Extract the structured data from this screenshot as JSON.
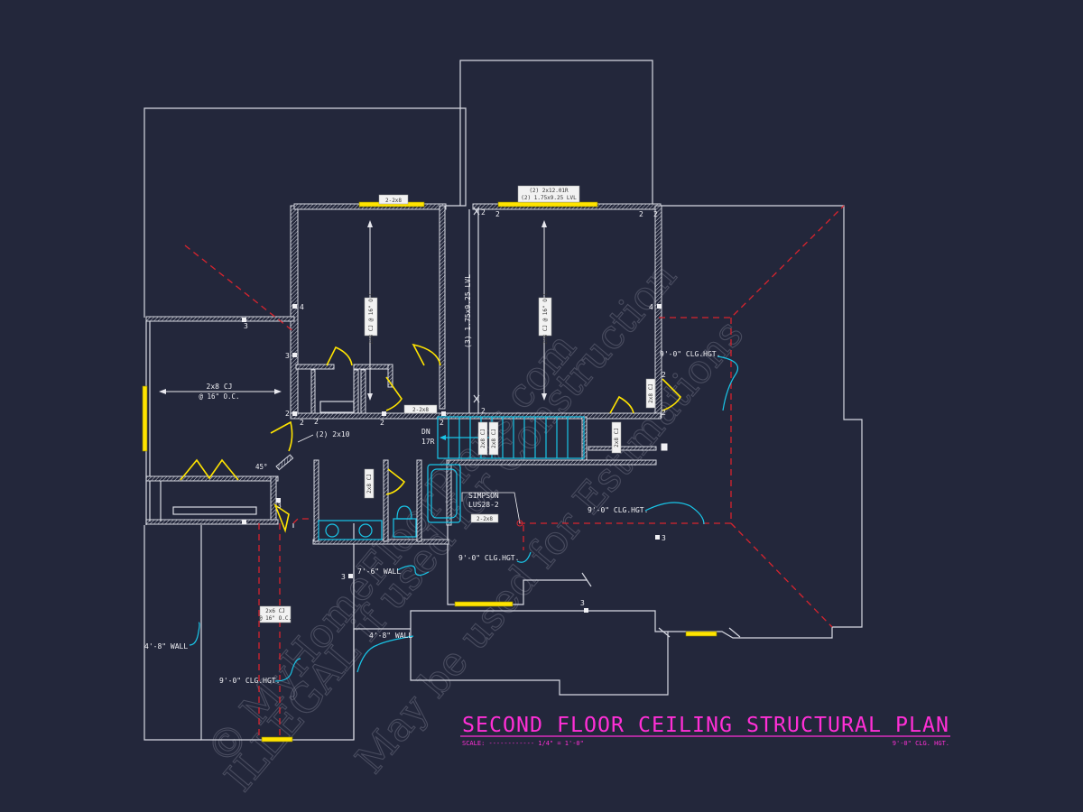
{
  "title": {
    "main": "SECOND FLOOR CEILING STRUCTURAL PLAN",
    "scale": "SCALE: ------------ 1/4\" = 1'-0\"",
    "clg_note": "9'-0\" CLG. HGT."
  },
  "labels": {
    "joist_spec": "2x8 CJ",
    "joist_spacing": "@ 16\" O.C.",
    "header_2x10": "(2) 2x10",
    "angle": "45°",
    "stair_dn": "DN",
    "stair_risers": "17R",
    "simpson": "SIMPSON",
    "simpson_part": "LUS28-2",
    "lvl_beam": "(3) 1.75x9.25 LVL",
    "wall_7_6": "7'-6\" WALL",
    "wall_4_8_left": "4'-8\" WALL",
    "wall_4_8_right": "4'-8\" WALL",
    "clg_right_upper": "9'-0\" CLG.HGT.",
    "clg_right_mid": "9'-0\" CLG.HGT.",
    "clg_center": "9'-0\" CLG.HGT.",
    "clg_left": "9'-0\" CLG.HGT.",
    "hdr_top_left": "2-2x8",
    "hdr_top_right_1": "(2) 2x12.01R",
    "hdr_top_right_2": "(2) 1.75x9.25 LVL",
    "tag_bed1": "2x8 CJ @ 16\" O.C.",
    "tag_bed2": "2x8 CJ @ 16\" O.C.",
    "tag_hall": "2-2x8",
    "tag_stair_1": "2x8 CJ",
    "tag_stair_2": "2x8 CJ",
    "tag_closet": "2x8 CJ",
    "tag_bath": "2x8 CJ",
    "tag_right_wall": "2x8 CJ",
    "tag_lus": "2-2x8",
    "tag_lower_left_1": "2x6 CJ",
    "tag_lower_left_2": "@ 16\" O.C."
  },
  "support_numbers": [
    "4",
    "3",
    "2",
    "2",
    "2",
    "2",
    "2",
    "2",
    "3",
    "4",
    "2",
    "2",
    "2",
    "2",
    "2",
    "2",
    "3",
    "3",
    "3",
    "3"
  ],
  "watermark": {
    "line1": "© MyHomeFloorPlans.com",
    "line2": "ILLEGAL if used for Construction",
    "line3": "May be used for Estimations"
  },
  "colors": {
    "background": "#23273b",
    "walls": "#d7d9e2",
    "title": "#ff2fd6",
    "ridge_lines": "#d8242e",
    "doors_windows": "#ffe400",
    "leaders": "#19c6e8"
  }
}
